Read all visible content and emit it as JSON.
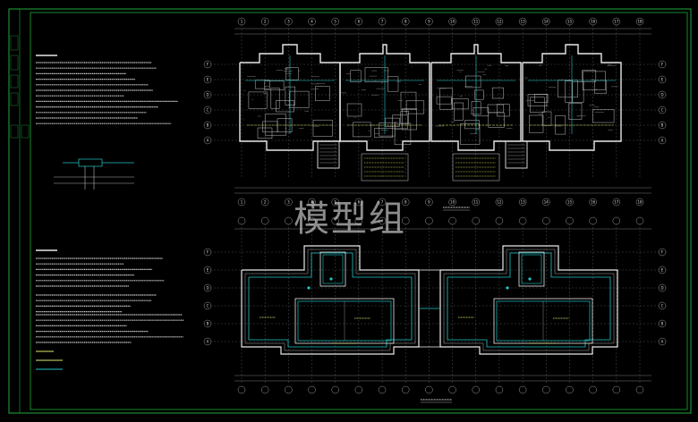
{
  "watermark": "模型组",
  "colors": {
    "background": "#000000",
    "frame": "#1faa3a",
    "grid": "#9a9a9a",
    "wall": "#e8e8e8",
    "wiring": "#22c6c6",
    "annotation": "#dfe96a"
  },
  "upper_plan": {
    "grid_numbers_top": [
      "1",
      "2",
      "3",
      "4",
      "5",
      "6",
      "7",
      "8",
      "9",
      "10",
      "11",
      "12",
      "13",
      "14",
      "15",
      "16",
      "17",
      "18"
    ],
    "axis_letters_left": [
      "F",
      "E",
      "D",
      "C",
      "B",
      "A"
    ]
  },
  "lower_plan": {
    "axis_letters_left": [
      "F",
      "E",
      "D",
      "C",
      "B",
      "A"
    ]
  },
  "icons": [
    "circle-axis-icon"
  ]
}
